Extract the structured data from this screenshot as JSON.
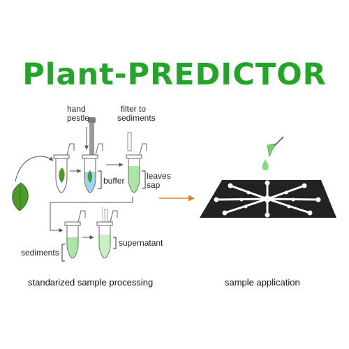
{
  "title": "Plant-PREDICTOR",
  "colors": {
    "title": "#22a529",
    "leaf": "#4c9a2a",
    "sap": "#a8e7a4",
    "buffer": "#9fd3ef",
    "chip": "#222222",
    "arrow": "#e07b2a"
  },
  "labels": {
    "hand_pestle_1": "hand",
    "hand_pestle_2": "pestle",
    "filter_1": "filter to",
    "filter_2": "sediments",
    "buffer": "buffer",
    "leaves_sap_1": "leaves",
    "leaves_sap_2": "sap",
    "sediments": "sediments",
    "supernatant": "supernatant"
  },
  "captions": {
    "processing": "standarized sample processing",
    "application": "sample application"
  }
}
